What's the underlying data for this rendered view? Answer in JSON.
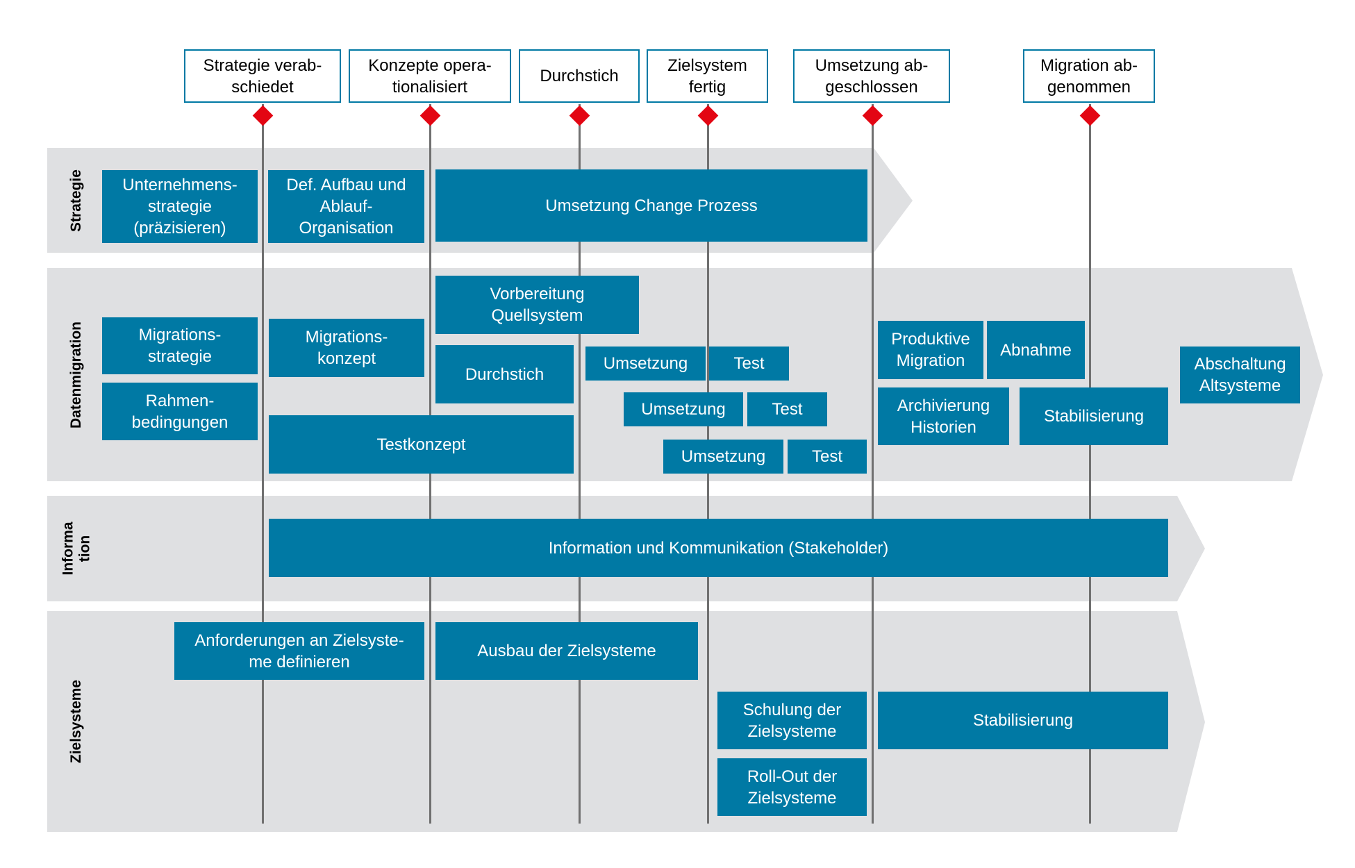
{
  "milestones": [
    {
      "label": "Strategie verab-\nschiedet"
    },
    {
      "label": "Konzepte opera-\ntionalisiert"
    },
    {
      "label": "Durchstich"
    },
    {
      "label": "Zielsystem\nfertig"
    },
    {
      "label": "Umsetzung ab-\ngeschlossen"
    },
    {
      "label": "Migration ab-\ngenommen"
    }
  ],
  "lanes": [
    {
      "label": "Strategie"
    },
    {
      "label": "Datenmigration"
    },
    {
      "label": "Informa\ntion"
    },
    {
      "label": "Zielsysteme"
    }
  ],
  "tasks": {
    "strategie": [
      "Unternehmens-\nstrategie\n(präzisieren)",
      "Def. Aufbau und\nAblauf-\nOrganisation",
      "Umsetzung Change Prozess"
    ],
    "datenmigration": [
      "Migrations-\nstrategie",
      "Rahmen-\nbedingungen",
      "Migrations-\nkonzept",
      "Testkonzept",
      "Vorbereitung\nQuellsystem",
      "Durchstich",
      "Umsetzung",
      "Test",
      "Umsetzung",
      "Test",
      "Umsetzung",
      "Test",
      "Produktive\nMigration",
      "Abnahme",
      "Archivierung\nHistorien",
      "Stabilisierung",
      "Abschaltung\nAltsysteme"
    ],
    "information": [
      "Information und Kommunikation (Stakeholder)"
    ],
    "zielsysteme": [
      "Anforderungen an Zielsyste-\nme definieren",
      "Ausbau der Zielsysteme",
      "Schulung der\nZielsysteme",
      "Roll-Out der\nZielsysteme",
      "Stabilisierung"
    ]
  },
  "colors": {
    "task": "#0079a4",
    "lane": "#dfe0e2",
    "milestone_marker": "#e30613",
    "milestone_border": "#0079a4",
    "milestone_line": "#707070"
  }
}
